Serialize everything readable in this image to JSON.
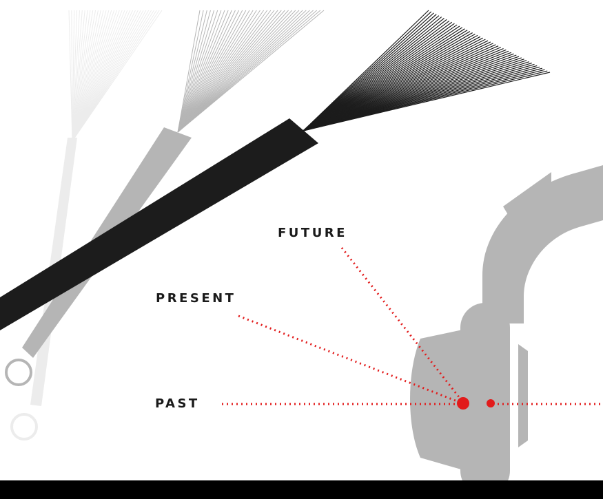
{
  "labels": {
    "future": "FUTURE",
    "present": "PRESENT",
    "past": "PAST"
  },
  "colors": {
    "background": "#ffffff",
    "stick_past": "#ececec",
    "stick_present": "#b5b5b5",
    "stick_future": "#1c1c1c",
    "headphones": "#b5b5b5",
    "accent_red": "#e21b1b",
    "text": "#1a1a1a",
    "bottom_bar": "#000000"
  },
  "icons": [
    "brush-stick-past-icon",
    "brush-stick-present-icon",
    "brush-stick-future-icon",
    "headphones-icon",
    "ear-point-icon"
  ]
}
